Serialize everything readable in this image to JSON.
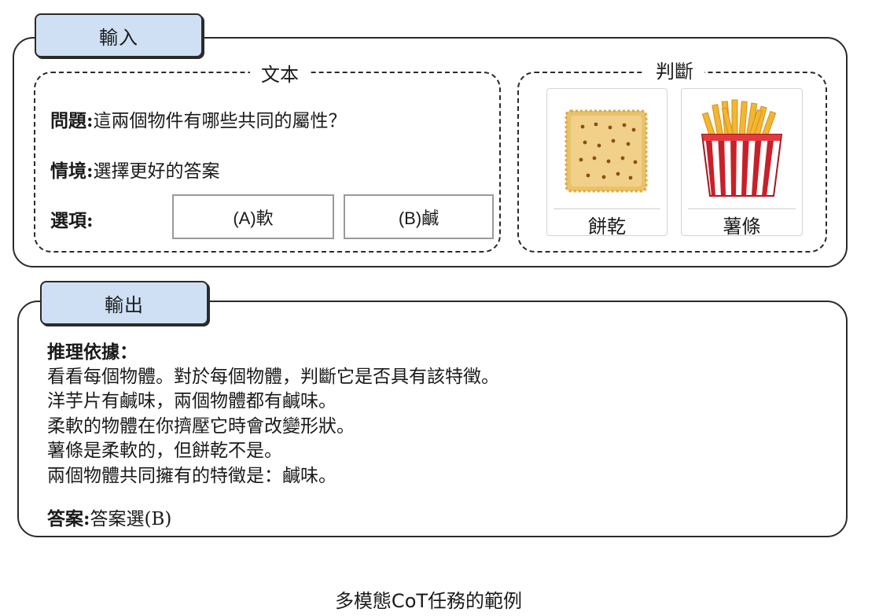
{
  "input": {
    "tab_label": "輸入",
    "text_group": {
      "label": "文本",
      "question_label": "問題:",
      "question": "這兩個物件有哪些共同的屬性？",
      "context_label": "情境:",
      "context": "選擇更好的答案",
      "options_label": "選項:",
      "options": [
        "(A)軟",
        "(B)鹹"
      ]
    },
    "image_group": {
      "label": "判斷",
      "items": [
        {
          "caption": "餅乾",
          "icon": "cracker-image"
        },
        {
          "caption": "薯條",
          "icon": "french-fries-image"
        }
      ]
    }
  },
  "output": {
    "tab_label": "輸出",
    "rationale_label": "推理依據：",
    "rationale_lines": [
      "看看每個物體。對於每個物體，判斷它是否具有該特徵。",
      "洋芋片有鹹味，兩個物體都有鹹味。",
      "柔軟的物體在你擠壓它時會改變形狀。",
      "薯條是柔軟的，但餅乾不是。",
      "兩個物體共同擁有的特徵是：鹹味。"
    ],
    "answer_label": "答案:",
    "answer": "答案選(B)"
  },
  "caption": "多模態CoT任務的範例",
  "colors": {
    "tab_fill": "#cfe0f5",
    "fries_red": "#c8202a",
    "fries_yellow": "#f2b632",
    "cracker": "#eac26a"
  }
}
